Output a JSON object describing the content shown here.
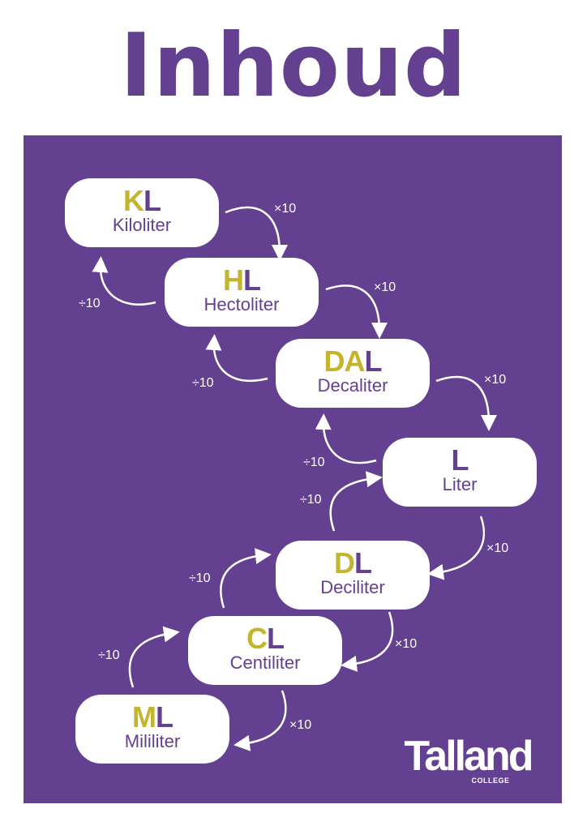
{
  "title": "Inhoud",
  "colors": {
    "purple": "#634090",
    "olive": "#c3b52e",
    "white": "#ffffff"
  },
  "units": [
    {
      "prefix": "K",
      "suffix": "L",
      "name": "Kiloliter"
    },
    {
      "prefix": "H",
      "suffix": "L",
      "name": "Hectoliter"
    },
    {
      "prefix": "DA",
      "suffix": "L",
      "name": "Decaliter"
    },
    {
      "prefix": "",
      "suffix": "L",
      "name": "Liter"
    },
    {
      "prefix": "D",
      "suffix": "L",
      "name": "Deciliter"
    },
    {
      "prefix": "C",
      "suffix": "L",
      "name": "Centiliter"
    },
    {
      "prefix": "M",
      "suffix": "L",
      "name": "Mililiter"
    }
  ],
  "operations": {
    "down": [
      "×10",
      "×10",
      "×10",
      "×10",
      "×10",
      "×10"
    ],
    "up": [
      "÷10",
      "÷10",
      "÷10",
      "÷10",
      "÷10",
      "÷10"
    ]
  },
  "logo": {
    "name": "Talland",
    "subtitle": "COLLEGE"
  }
}
